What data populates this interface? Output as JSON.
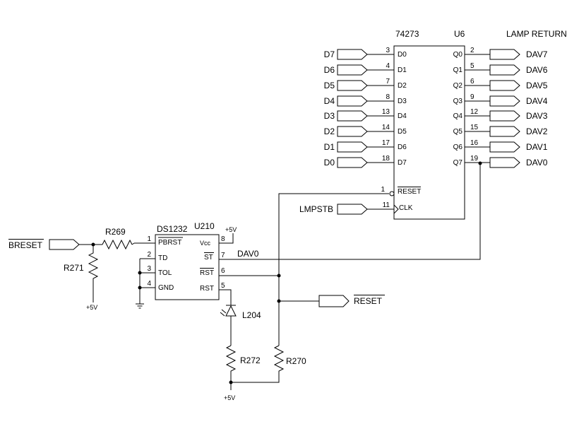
{
  "u6": {
    "part": "74273",
    "ref": "U6",
    "lamp_return": "LAMP RETURN",
    "inputs": [
      {
        "net": "D7",
        "pin": "3",
        "label": "D0"
      },
      {
        "net": "D6",
        "pin": "4",
        "label": "D1"
      },
      {
        "net": "D5",
        "pin": "7",
        "label": "D2"
      },
      {
        "net": "D4",
        "pin": "8",
        "label": "D3"
      },
      {
        "net": "D3",
        "pin": "13",
        "label": "D4"
      },
      {
        "net": "D2",
        "pin": "14",
        "label": "D5"
      },
      {
        "net": "D1",
        "pin": "17",
        "label": "D6"
      },
      {
        "net": "D0",
        "pin": "18",
        "label": "D7"
      }
    ],
    "outputs": [
      {
        "label": "Q0",
        "pin": "2",
        "net": "DAV7"
      },
      {
        "label": "Q1",
        "pin": "5",
        "net": "DAV6"
      },
      {
        "label": "Q2",
        "pin": "6",
        "net": "DAV5"
      },
      {
        "label": "Q3",
        "pin": "9",
        "net": "DAV4"
      },
      {
        "label": "Q4",
        "pin": "12",
        "net": "DAV3"
      },
      {
        "label": "Q5",
        "pin": "15",
        "net": "DAV2"
      },
      {
        "label": "Q6",
        "pin": "16",
        "net": "DAV1"
      },
      {
        "label": "Q7",
        "pin": "19",
        "net": "DAV0"
      }
    ],
    "reset_pin": "1",
    "reset_label": "RESET",
    "clk_pin": "11",
    "clk_label": "CLK",
    "clk_net": "LMPSTB"
  },
  "u210": {
    "part": "DS1232",
    "ref": "U210",
    "pins": {
      "pbrst": {
        "num": "1",
        "label": "PBRST"
      },
      "td": {
        "num": "2",
        "label": "TD"
      },
      "tol": {
        "num": "3",
        "label": "TOL"
      },
      "gnd": {
        "num": "4",
        "label": "GND"
      },
      "vcc": {
        "num": "8",
        "label": "Vcc"
      },
      "st": {
        "num": "7",
        "label": "ST"
      },
      "rst_n": {
        "num": "6",
        "label": "RST"
      },
      "rst": {
        "num": "5",
        "label": "RST"
      }
    },
    "vcc_supply": "+5V"
  },
  "nets": {
    "breset": "BRESET",
    "reset_out": "RESET",
    "dav0": "DAV0"
  },
  "parts": {
    "r269": "R269",
    "r271": "R271",
    "r272": "R272",
    "r270": "R270",
    "l204": "L204"
  },
  "supplies": {
    "r271_supply": "+5V",
    "bottom_supply": "+5V"
  }
}
